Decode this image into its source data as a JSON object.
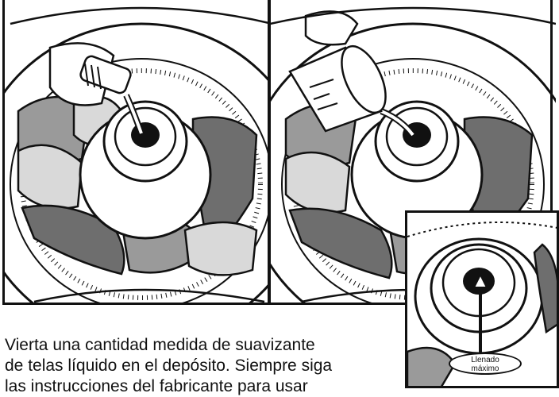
{
  "caption": {
    "line1": "Vierta una cantidad medida de suavizante",
    "line2": "de telas líquido en el depósito. Siempre siga",
    "line3": "las instrucciones del fabricante para usar"
  },
  "inset": {
    "label_line1": "Llenado",
    "label_line2": "máximo"
  },
  "colors": {
    "ink": "#111111",
    "light_gray": "#d9d9d9",
    "mid_gray": "#9a9a9a",
    "dark_gray": "#6e6e6e"
  }
}
